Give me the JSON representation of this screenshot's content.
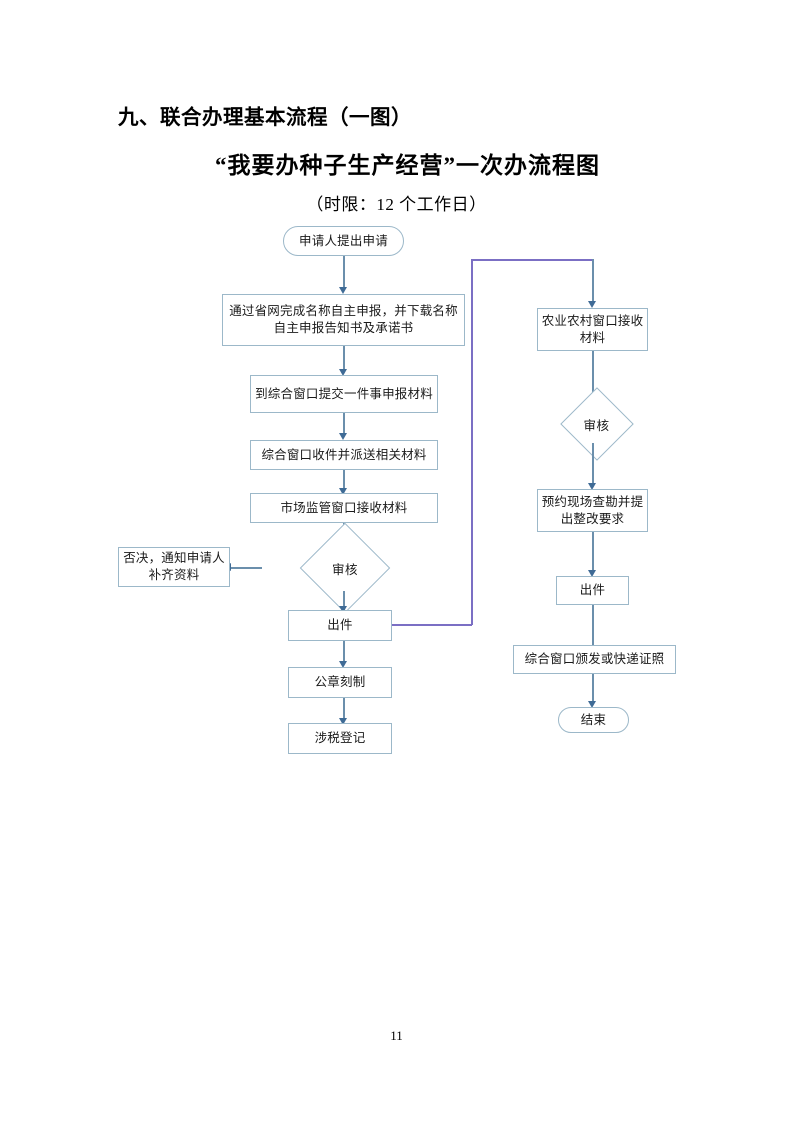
{
  "document": {
    "section_heading": "九、联合办理基本流程（一图）",
    "title": "“我要办种子生产经营”一次办流程图",
    "subtitle": "（时限：12 个工作日）",
    "page_number": "11"
  },
  "colors": {
    "node_border": "#9cb8c9",
    "connector": "#6b8fac",
    "arrow": "#3f6b96",
    "feedback_connector": "#7b6fc4",
    "node_fill": "#ffffff",
    "text": "#1a1a1a"
  },
  "chart_data": {
    "type": "diagram",
    "diagram_type": "flowchart",
    "title": "“我要办种子生产经营”一次办流程图",
    "subtitle": "（时限：12 个工作日）",
    "nodes": [
      {
        "id": "start",
        "label": "申请人提出申请",
        "shape": "oval",
        "column": "left"
      },
      {
        "id": "name_decl",
        "label": "通过省网完成名称自主申报，并下载名称自主申报告知书及承诺书",
        "shape": "rectangle",
        "column": "left"
      },
      {
        "id": "submit",
        "label": "到综合窗口提交一件事申报材料",
        "shape": "rectangle",
        "column": "left"
      },
      {
        "id": "receive_send",
        "label": "综合窗口收件并派送相关材料",
        "shape": "rectangle",
        "column": "left"
      },
      {
        "id": "market_recv",
        "label": "市场监管窗口接收材料",
        "shape": "rectangle",
        "column": "left"
      },
      {
        "id": "review_left",
        "label": "审核",
        "shape": "diamond",
        "column": "left"
      },
      {
        "id": "reject",
        "label": "否决，通知申请人补齐资料",
        "shape": "rectangle",
        "column": "left"
      },
      {
        "id": "issue_left",
        "label": "出件",
        "shape": "rectangle",
        "column": "left"
      },
      {
        "id": "seal",
        "label": "公章刻制",
        "shape": "rectangle",
        "column": "left"
      },
      {
        "id": "tax_reg",
        "label": "涉税登记",
        "shape": "rectangle",
        "column": "left"
      },
      {
        "id": "agri_recv",
        "label": "农业农村窗口接收材料",
        "shape": "rectangle",
        "column": "right"
      },
      {
        "id": "review_right",
        "label": "审核",
        "shape": "diamond",
        "column": "right"
      },
      {
        "id": "site_check",
        "label": "预约现场查勘并提出整改要求",
        "shape": "rectangle",
        "column": "right"
      },
      {
        "id": "issue_right",
        "label": "出件",
        "shape": "rectangle",
        "column": "right"
      },
      {
        "id": "deliver",
        "label": "综合窗口颁发或快递证照",
        "shape": "rectangle",
        "column": "right"
      },
      {
        "id": "end",
        "label": "结束",
        "shape": "oval",
        "column": "right"
      }
    ],
    "edges": [
      {
        "from": "start",
        "to": "name_decl",
        "style": "solid"
      },
      {
        "from": "name_decl",
        "to": "submit",
        "style": "solid"
      },
      {
        "from": "submit",
        "to": "receive_send",
        "style": "solid"
      },
      {
        "from": "receive_send",
        "to": "market_recv",
        "style": "solid"
      },
      {
        "from": "market_recv",
        "to": "review_left",
        "style": "solid"
      },
      {
        "from": "review_left",
        "to": "reject",
        "style": "solid"
      },
      {
        "from": "review_left",
        "to": "issue_left",
        "style": "solid"
      },
      {
        "from": "issue_left",
        "to": "seal",
        "style": "solid"
      },
      {
        "from": "seal",
        "to": "tax_reg",
        "style": "solid"
      },
      {
        "from": "issue_left",
        "to": "agri_recv",
        "style": "purple-routed"
      },
      {
        "from": "agri_recv",
        "to": "review_right",
        "style": "solid"
      },
      {
        "from": "review_right",
        "to": "site_check",
        "style": "solid"
      },
      {
        "from": "site_check",
        "to": "issue_right",
        "style": "solid"
      },
      {
        "from": "issue_right",
        "to": "deliver",
        "style": "solid"
      },
      {
        "from": "deliver",
        "to": "end",
        "style": "solid"
      }
    ]
  },
  "nodes_text": {
    "start": "申请人提出申请",
    "name_decl": "通过省网完成名称自主申报，并下载名称自主申报告知书及承诺书",
    "submit": "到综合窗口提交一件事申报材料",
    "receive_send": "综合窗口收件并派送相关材料",
    "market_recv": "市场监管窗口接收材料",
    "review_left": "审核",
    "reject": "否决，通知申请人补齐资料",
    "issue_left": "出件",
    "seal": "公章刻制",
    "tax_reg": "涉税登记",
    "agri_recv": "农业农村窗口接收材料",
    "review_right": "审核",
    "site_check": "预约现场查勘并提出整改要求",
    "issue_right": "出件",
    "deliver": "综合窗口颁发或快递证照",
    "end": "结束"
  }
}
